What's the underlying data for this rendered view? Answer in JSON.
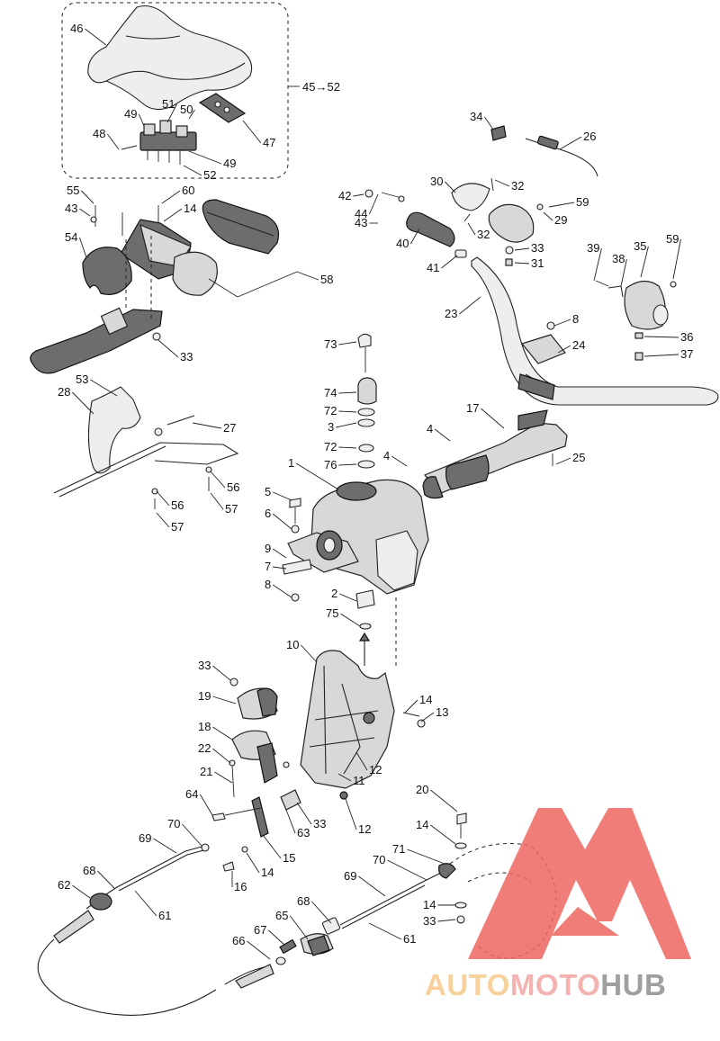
{
  "diagram": {
    "group_label": "45→52",
    "callouts": [
      {
        "id": "c46",
        "text": "46"
      },
      {
        "id": "c45",
        "text": "45→52"
      },
      {
        "id": "c51",
        "text": "51"
      },
      {
        "id": "c50",
        "text": "50"
      },
      {
        "id": "c49a",
        "text": "49"
      },
      {
        "id": "c48",
        "text": "48"
      },
      {
        "id": "c47",
        "text": "47"
      },
      {
        "id": "c49b",
        "text": "49"
      },
      {
        "id": "c52",
        "text": "52"
      },
      {
        "id": "c34",
        "text": "34"
      },
      {
        "id": "c26",
        "text": "26"
      },
      {
        "id": "c30",
        "text": "30"
      },
      {
        "id": "c32a",
        "text": "32"
      },
      {
        "id": "c42",
        "text": "42"
      },
      {
        "id": "c44",
        "text": "44"
      },
      {
        "id": "c43a",
        "text": "43"
      },
      {
        "id": "c59a",
        "text": "59"
      },
      {
        "id": "c29",
        "text": "29"
      },
      {
        "id": "c32b",
        "text": "32"
      },
      {
        "id": "c40",
        "text": "40"
      },
      {
        "id": "c33a",
        "text": "33"
      },
      {
        "id": "c31",
        "text": "31"
      },
      {
        "id": "c41",
        "text": "41"
      },
      {
        "id": "c39",
        "text": "39"
      },
      {
        "id": "c38",
        "text": "38"
      },
      {
        "id": "c35",
        "text": "35"
      },
      {
        "id": "c59b",
        "text": "59"
      },
      {
        "id": "c55",
        "text": "55"
      },
      {
        "id": "c60",
        "text": "60"
      },
      {
        "id": "c43b",
        "text": "43"
      },
      {
        "id": "c14a",
        "text": "14"
      },
      {
        "id": "c54",
        "text": "54"
      },
      {
        "id": "c58",
        "text": "58"
      },
      {
        "id": "c23",
        "text": "23"
      },
      {
        "id": "c8a",
        "text": "8"
      },
      {
        "id": "c24",
        "text": "24"
      },
      {
        "id": "c36",
        "text": "36"
      },
      {
        "id": "c37",
        "text": "37"
      },
      {
        "id": "c33b",
        "text": "33"
      },
      {
        "id": "c73",
        "text": "73"
      },
      {
        "id": "c74",
        "text": "74"
      },
      {
        "id": "c72a",
        "text": "72"
      },
      {
        "id": "c3",
        "text": "3"
      },
      {
        "id": "c72b",
        "text": "72"
      },
      {
        "id": "c76",
        "text": "76"
      },
      {
        "id": "c4a",
        "text": "4"
      },
      {
        "id": "c4b",
        "text": "4"
      },
      {
        "id": "c17",
        "text": "17"
      },
      {
        "id": "c25",
        "text": "25"
      },
      {
        "id": "c53",
        "text": "53"
      },
      {
        "id": "c28",
        "text": "28"
      },
      {
        "id": "c27",
        "text": "27"
      },
      {
        "id": "c56a",
        "text": "56"
      },
      {
        "id": "c56b",
        "text": "56"
      },
      {
        "id": "c57a",
        "text": "57"
      },
      {
        "id": "c57b",
        "text": "57"
      },
      {
        "id": "c1",
        "text": "1"
      },
      {
        "id": "c5",
        "text": "5"
      },
      {
        "id": "c6",
        "text": "6"
      },
      {
        "id": "c9",
        "text": "9"
      },
      {
        "id": "c7",
        "text": "7"
      },
      {
        "id": "c8b",
        "text": "8"
      },
      {
        "id": "c2",
        "text": "2"
      },
      {
        "id": "c75",
        "text": "75"
      },
      {
        "id": "c10",
        "text": "10"
      },
      {
        "id": "c33c",
        "text": "33"
      },
      {
        "id": "c19",
        "text": "19"
      },
      {
        "id": "c14b",
        "text": "14"
      },
      {
        "id": "c13",
        "text": "13"
      },
      {
        "id": "c18",
        "text": "18"
      },
      {
        "id": "c22",
        "text": "22"
      },
      {
        "id": "c12a",
        "text": "12"
      },
      {
        "id": "c11",
        "text": "11"
      },
      {
        "id": "c21",
        "text": "21"
      },
      {
        "id": "c64",
        "text": "64"
      },
      {
        "id": "c33d",
        "text": "33"
      },
      {
        "id": "c63",
        "text": "63"
      },
      {
        "id": "c12b",
        "text": "12"
      },
      {
        "id": "c20",
        "text": "20"
      },
      {
        "id": "c70a",
        "text": "70"
      },
      {
        "id": "c69a",
        "text": "69"
      },
      {
        "id": "c14c",
        "text": "14"
      },
      {
        "id": "c16",
        "text": "16"
      },
      {
        "id": "c15",
        "text": "15"
      },
      {
        "id": "c14d",
        "text": "14"
      },
      {
        "id": "c71",
        "text": "71"
      },
      {
        "id": "c70b",
        "text": "70"
      },
      {
        "id": "c68a",
        "text": "68"
      },
      {
        "id": "c62",
        "text": "62"
      },
      {
        "id": "c61a",
        "text": "61"
      },
      {
        "id": "c69b",
        "text": "69"
      },
      {
        "id": "c14e",
        "text": "14"
      },
      {
        "id": "c68b",
        "text": "68"
      },
      {
        "id": "c33e",
        "text": "33"
      },
      {
        "id": "c65",
        "text": "65"
      },
      {
        "id": "c67",
        "text": "67"
      },
      {
        "id": "c61b",
        "text": "61"
      },
      {
        "id": "c66",
        "text": "66"
      }
    ]
  },
  "watermark": {
    "part1": "AUTO",
    "part2": "MOTO",
    "part3": "HUB",
    "colors": {
      "auto": "#f6c88a",
      "moto": "#f2a7a4",
      "hub": "#8f8f8f",
      "triangle": "#ee6660"
    }
  }
}
